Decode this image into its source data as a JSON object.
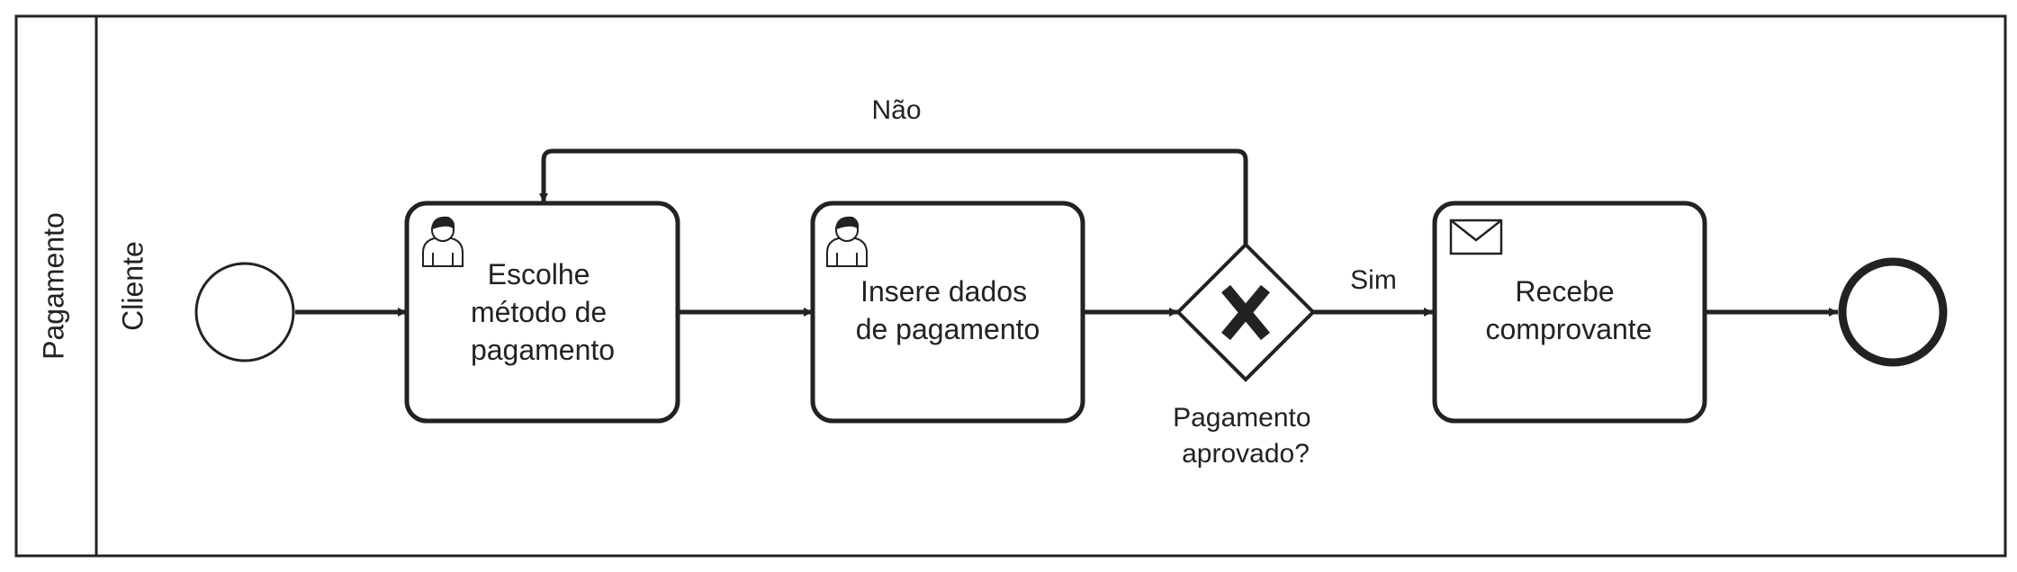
{
  "pool": {
    "label": "Pagamento"
  },
  "lane": {
    "label": "Cliente"
  },
  "tasks": {
    "choose_method": {
      "lines": [
        "Escolhe",
        "método de",
        "pagamento"
      ]
    },
    "insert_data": {
      "lines": [
        "Insere dados",
        "de pagamento"
      ]
    },
    "receive_receipt": {
      "lines": [
        "Recebe",
        "comprovante"
      ]
    }
  },
  "gateway": {
    "lines": [
      "Pagamento",
      "aprovado?"
    ]
  },
  "flows": {
    "no_label": "Não",
    "yes_label": "Sim"
  },
  "colors": {
    "stroke": "#222222",
    "fill": "#ffffff"
  }
}
